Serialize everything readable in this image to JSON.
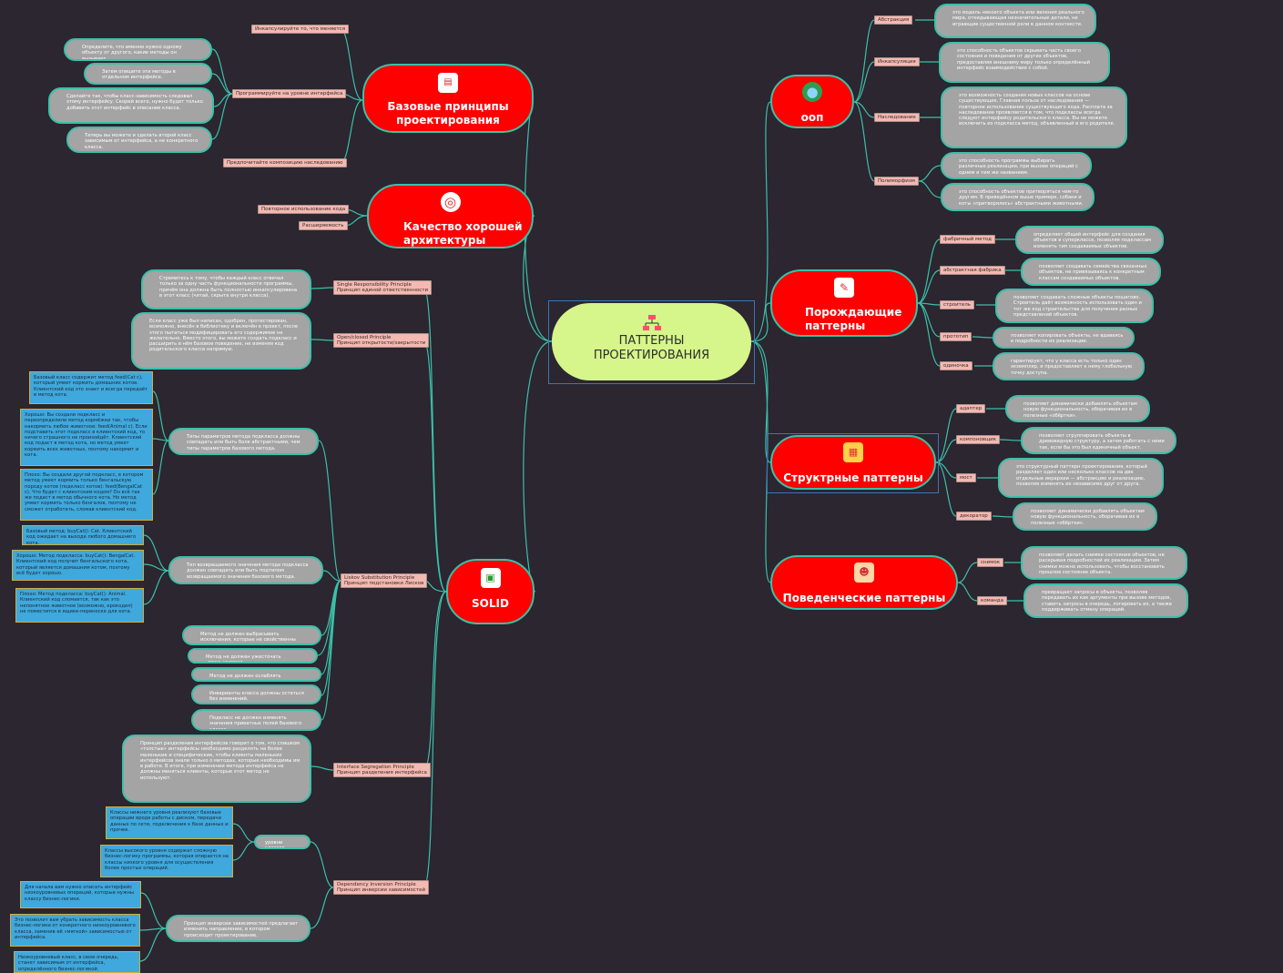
{
  "center": {
    "title_line1": "ПАТТЕРНЫ",
    "title_line2": "ПРОЕКТИРОВАНИЯ",
    "icon": "flowchart-icon"
  },
  "colors": {
    "background": "#2b2630",
    "center": "#d6f58a",
    "main_topic": "#ff0000",
    "connector": "#3ac0a8",
    "label": "#f4b9b1",
    "grey_note": "#a4a4a4",
    "blue_note": "#3fa8dc"
  },
  "left": {
    "base": {
      "title_line1": "Базовые принципы",
      "title_line2": "проектирования",
      "icon": "document-icon",
      "labels": [
        "Инкапсулируйте то, что меняется",
        "Программируйте на уровне интерфейса",
        "Предпочитайте композицию наследованию"
      ],
      "notes": [
        "Определите, что именно нужно одному объекту от другого, какие методы он вызывает.",
        "Затем опишите эти методы в отдельном интерфейсе.",
        "Сделайте так, чтобы класс-зависимость следовал этому интерфейсу. Скорей всего, нужно будет только добавить этот интерфейс в описание класса.",
        "Теперь вы можете и сделать второй класс зависимым от интерфейса, а не конкретного класса."
      ]
    },
    "quality": {
      "title_line1": "Качество хорошей",
      "title_line2": "архитектуры",
      "icon": "target-icon",
      "labels": [
        "Повторное использование кода",
        "Расширяемость"
      ]
    },
    "solid": {
      "title": "SOLID",
      "icon": "presentation-icon",
      "srp": {
        "line1": "Single Responsibility Principle",
        "line2": "Принцип единой ответственности",
        "note": "Стремитесь к тому, чтобы каждый класс отвечал только за одну часть функциональности программы, причём она должна быть полностью инкапсулирована в этот класс (читай, скрыта внутри класса)."
      },
      "ocp": {
        "line1": "Open/closed Principle",
        "line2": "Принцип открытости/закрытости",
        "note": "Если класс уже был написан, одобрен, протестирован, возможно, внесён в библиотеку и включён в проект, после этого пытаться модифицировать его содержимое не желательно. Вместо этого, вы можете создать подкласс и расширить в нём базовое поведение, не изменяя код родительского класса напрямую."
      },
      "lsp": {
        "line1": "Liskov Substitution Principle",
        "line2": "Принцип подстановки Лисков",
        "param": "Типы параметров метода подкласса должны совпадать или быть боле абстрактными, чем типы параметров базового метода.",
        "param_notes": [
          "Базовый класс содержит метод feed(Cat c), который умеет кормить домашних котов. Клиентский код это знает и всегда передаёт в метод кота.",
          "Хорошо: Вы создали подкласс и переопределили метод кормёжки так, чтобы накормить любое животное: feed(Animal c). Если подставить этот подкласс в клиентский код, то ничего страшного не произойдёт. Клиентский код подаст в метод кота, но метод умеет кормить всех животных, поэтому накормит и кота.",
          "Плохо: Вы создали другой подкласс, в котором метод умеет кормить только бенгальскую породу котов (подкласс котов): feed(BengalCat c). Что будет с клиентским кодом? Он всё так же подаст в метод обычного кота. Но метод умеет кормить только бенгалов, поэтому не сможет отработать, сломав клиентский код."
        ],
        "ret": "Тип возвращаемого значения метода подкласса должен совпадать или быть подтипом возвращаемого значения базового метода.",
        "ret_notes": [
          "Базовый метод: buyCat(): Cat. Клиентский код ожидает на выходе любого домашнего кота.",
          "Хорошо: Метод подкласса: buyCat(): BengalCat. Клиентский код получит бенгальского кота, который является домашним котом, поэтому всё будет хорошо.",
          "Плохо: Метод подкласса: buyCat(): Animal. Клиентский код сломается, так как это непонятное животное (возможно, крокодил) не поместится в ящике-переноске для кота."
        ],
        "rules": [
          "Метод не должен выбрасывать исключения, которые не свойственны базовому методу.",
          "Метод не должен ужесточать _пред_условия.",
          "Метод не должен ослаблять _пост_условия.",
          "Инварианты класса должны остаться без изменений.",
          "Подкласс не должен изменять значения приватных полей базового класса."
        ]
      },
      "isp": {
        "line1": "Interface Segregation Principle",
        "line2": "Принцип разделения интерфейса",
        "note": "Принцип разделения интерфейсов говорит о том, что слишком «толстые» интерфейсы необходимо разделять на более маленькие и специфические, чтобы клиенты маленьких интерфейсов знали только о методах, которые необходимы им в работе. В итоге, при изменении метода интерфейса не должны меняться клиенты, которые этот метод не используют."
      },
      "dip": {
        "line1": "Dependency Inversion Principle",
        "line2": "Принцип инверсии зависимостей",
        "levels": "уровни классов",
        "level_notes": [
          "Классы нижнего уровня реализуют базовые операции вроде работы с диском, передачи данных по сети, подключения к базе данных и прочее.",
          "Классы высокого уровня содержат сложную бизнес-логику программы, которая опирается на классы низкого уровня для осуществления более простых операций."
        ],
        "principle": "Принцип инверсии зависимостей предлагает изменить направление, в котором происходит проектирование.",
        "principle_notes": [
          "Для начала вам нужно описать интерфейс низкоуровневых операций, которые нужны классу бизнес-логики.",
          "Это позволит вам убрать зависимость класса бизнес-логики от конкретного низкоуровневого класса, заменив её «мягкой» зависимостью от интерфейса.",
          "Низкоуровневый класс, в свою очередь, станет зависимым от интерфейса, определённого бизнес-логикой."
        ]
      }
    }
  },
  "right": {
    "oop": {
      "title": "ооп",
      "icon": "globe-icon",
      "labels": [
        "Абстракция",
        "Инкапсуляция",
        "Наследование",
        "Полиморфизм"
      ],
      "notes": [
        "это модель некоего объекта или явления реального мира, откидывающая незначительные детали, не играющие существенной роли в данном контексте.",
        "это способность объектов скрывать часть своего состояния и поведения от других объектов, предоставляя внешнему миру только определённый интерфейс взаимодействия с собой.",
        "это возможность создания новых классов на основе существующих. Главная польза от наследования — повторное использование существующего кода. Расплата за наследование проявляется в том, что подклассы всегда следуют интерфейсу родительского класса. Вы не можете исключить из подкласса метод, объявленный в его родителе.",
        "это способность программы выбирать различные реализации, при вызове операций с одним и тем же названием.",
        "это способность объектов притворяться чем-то другим. В приведённом выше примере, собаки и коты «притворялись» абстрактными животными."
      ]
    },
    "creational": {
      "title_line1": "Порождающие",
      "title_line2": "паттерны",
      "icon": "tools-icon",
      "labels": [
        "фабричный метод",
        "абстрактная фабрика",
        "строитель",
        "прототип",
        "одиночка"
      ],
      "notes": [
        "определяет общий интерфейс для создания объектов в суперклассе, позволяя подклассам изменять тип создаваемых объектов.",
        "позволяет создавать семейства связанных объектов, не привязываясь к конкретным классам создаваемых объектов.",
        "позволяет создавать сложные объекты пошагово. Строитель даёт возможность использовать один и тот же код строительства для получения разных представлений объектов.",
        "позволяет копировать объекты, не вдаваясь в подробности их реализации.",
        "гарантирует, что у класса есть только один экземпляр, и предоставляет к нему глобальную точку доступа."
      ]
    },
    "structural": {
      "title": "Структрные паттерны",
      "icon": "blocks-icon",
      "labels": [
        "адаптер",
        "компоновщик",
        "мост",
        "декоратор"
      ],
      "notes": [
        "позволяет динамически добавлять объектам новую функциональность, оборачивая их в полезные «обёртки».",
        "позволяет сгруппировать объекты в древовидную структуру, а затем работать с ними так, если бы это был единичный объект.",
        "это структурный паттерн проектирования, который разделяет один или несколько классов на две отдельные иерархии — абстракцию и реализацию, позволяя изменять их независимо друг от друга.",
        "позволяет динамически добавлять объектам новую функциональность, оборачивая их в полезные «обёртки»."
      ]
    },
    "behavioral": {
      "title": "Поведенческие паттерны",
      "icon": "team-icon",
      "labels": [
        "снимок",
        "команда"
      ],
      "notes": [
        "позволяет делать снимки состояния объектов, не раскрывая подробностей их реализации. Затем снимки можно использовать, чтобы восстановить прошлое состояние объекта.",
        "превращает запросы в объекты, позволяя передавать их как аргументы при вызове методов, ставить запросы в очередь, логировать их, а также поддерживать отмену операций."
      ]
    }
  }
}
